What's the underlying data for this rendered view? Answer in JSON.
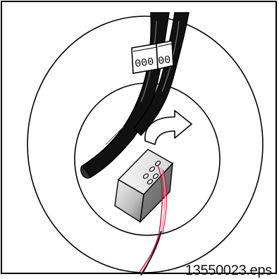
{
  "figure": {
    "file_label": "13550023.eps",
    "sleeve_markings": [
      "000",
      "00"
    ],
    "colors": {
      "outline": "#000000",
      "cable": "#111111",
      "box_light": "#f0f0f0",
      "box_dark": "#7a7a7a",
      "wire_red": "#c8102e",
      "wire_pink": "#e98ca2"
    }
  }
}
